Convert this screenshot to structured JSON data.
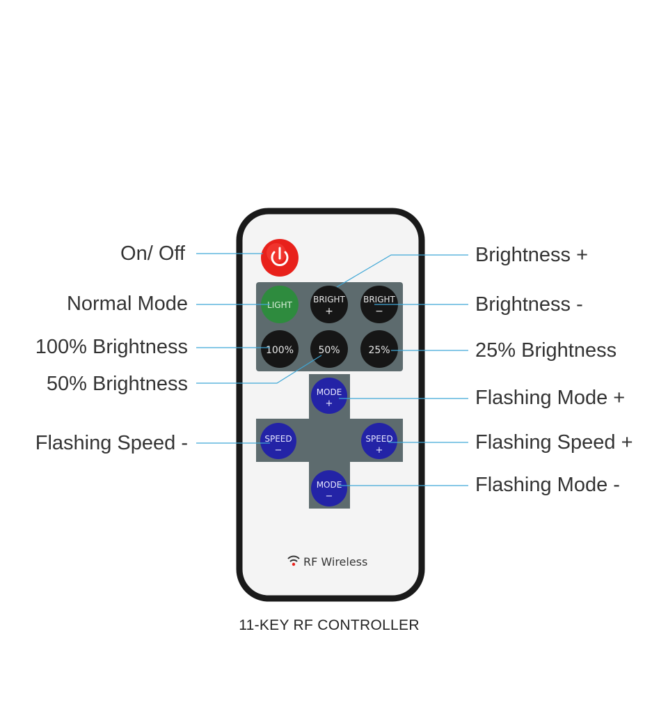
{
  "labels": {
    "on_off": "On/ Off",
    "normal_mode": "Normal Mode",
    "brightness_100": "100% Brightness",
    "brightness_50": "50% Brightness",
    "flashing_speed_minus": "Flashing Speed -",
    "brightness_plus": "Brightness +",
    "brightness_minus": "Brightness -",
    "brightness_25": "25% Brightness",
    "flashing_mode_plus": "Flashing Mode +",
    "flashing_speed_plus": "Flashing Speed +",
    "flashing_mode_minus": "Flashing Mode -"
  },
  "keys": {
    "light": "LIGHT",
    "bright_plus": [
      "BRIGHT",
      "+"
    ],
    "bright_minus": [
      "BRIGHT",
      "−"
    ],
    "k100": "100%",
    "k50": "50%",
    "k25": "25%",
    "mode_plus": [
      "MODE",
      "+"
    ],
    "mode_minus": [
      "MODE",
      "−"
    ],
    "speed_minus": [
      "SPEED",
      "−"
    ],
    "speed_plus": [
      "SPEED",
      "+"
    ]
  },
  "remote": {
    "brand_text": "RF Wireless"
  },
  "caption": "11-KEY RF CONTROLLER",
  "colors": {
    "leader_line": "#3fa7d6",
    "power_key": "#e8211b",
    "light_key": "#2e8b3e",
    "black_key": "#161616",
    "blue_key": "#2323a6",
    "panel": "#5d6b6e",
    "remote_body": "#f4f4f4",
    "remote_border": "#1a1a1a"
  }
}
